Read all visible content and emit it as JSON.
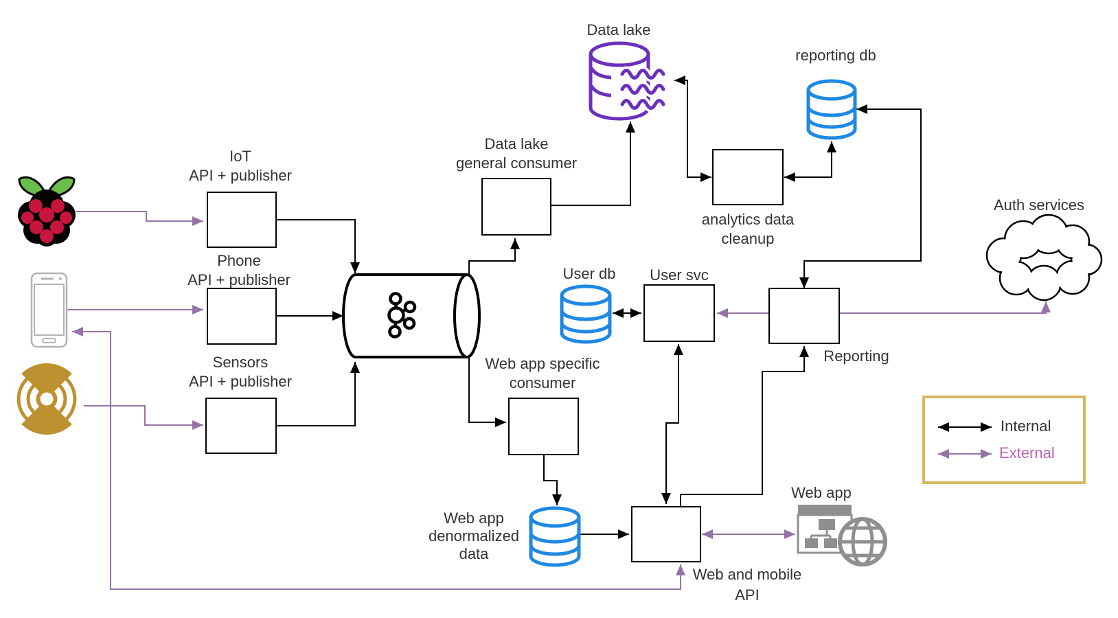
{
  "nodes": {
    "iot_api": {
      "line1": "IoT",
      "line2": "API + publisher"
    },
    "phone_api": {
      "line1": "Phone",
      "line2": "API + publisher"
    },
    "sensors_api": {
      "line1": "Sensors",
      "line2": "API + publisher"
    },
    "data_lake": {
      "label": "Data lake"
    },
    "data_lake_consumer": {
      "line1": "Data lake",
      "line2": "general consumer"
    },
    "reporting_db": {
      "label": "reporting db"
    },
    "analytics_cleanup": {
      "line1": "analytics data",
      "line2": "cleanup"
    },
    "user_db": {
      "label": "User db"
    },
    "user_svc": {
      "label": "User svc"
    },
    "reporting": {
      "label": "Reporting"
    },
    "auth_services": {
      "label": "Auth services"
    },
    "webapp_consumer": {
      "line1": "Web app specific",
      "line2": "consumer"
    },
    "denorm_db": {
      "line1": "Web app",
      "line2": "denormalized",
      "line3": "data"
    },
    "web_mobile_api": {
      "line1": "Web and mobile",
      "line2": "API"
    },
    "web_app": {
      "label": "Web app"
    }
  },
  "legend": {
    "internal_label": "Internal",
    "external_label": "External"
  },
  "icons": {
    "raspberry_pi": "raspberry-pi-icon",
    "smartphone": "smartphone-icon",
    "sensor_beacon": "sensor-beacon-icon",
    "kafka": "kafka-topic-cylinder-icon",
    "user_db": "database-cylinder-icon",
    "reporting_db": "database-cylinder-icon",
    "denorm_db": "database-cylinder-icon",
    "data_lake": "data-lake-database-icon",
    "auth_cloud": "cloud-icon",
    "web_app_window": "web-app-browser-icon",
    "globe": "globe-icon"
  },
  "colors": {
    "internal_edge": "#000000",
    "external_edge": "#9673a6",
    "database_blue": "#1e88e5",
    "data_lake_purple": "#6b2fbf",
    "sensor_gold": "#bd9130",
    "legend_border_gold": "#d9b75f",
    "external_label_text": "#ba64b4",
    "raspberry_red": "#c7153d",
    "leaf_green": "#6abf4b",
    "phone_gray": "#b3b3b3",
    "webapp_gray": "#8f8f8f",
    "text": "#333333"
  }
}
